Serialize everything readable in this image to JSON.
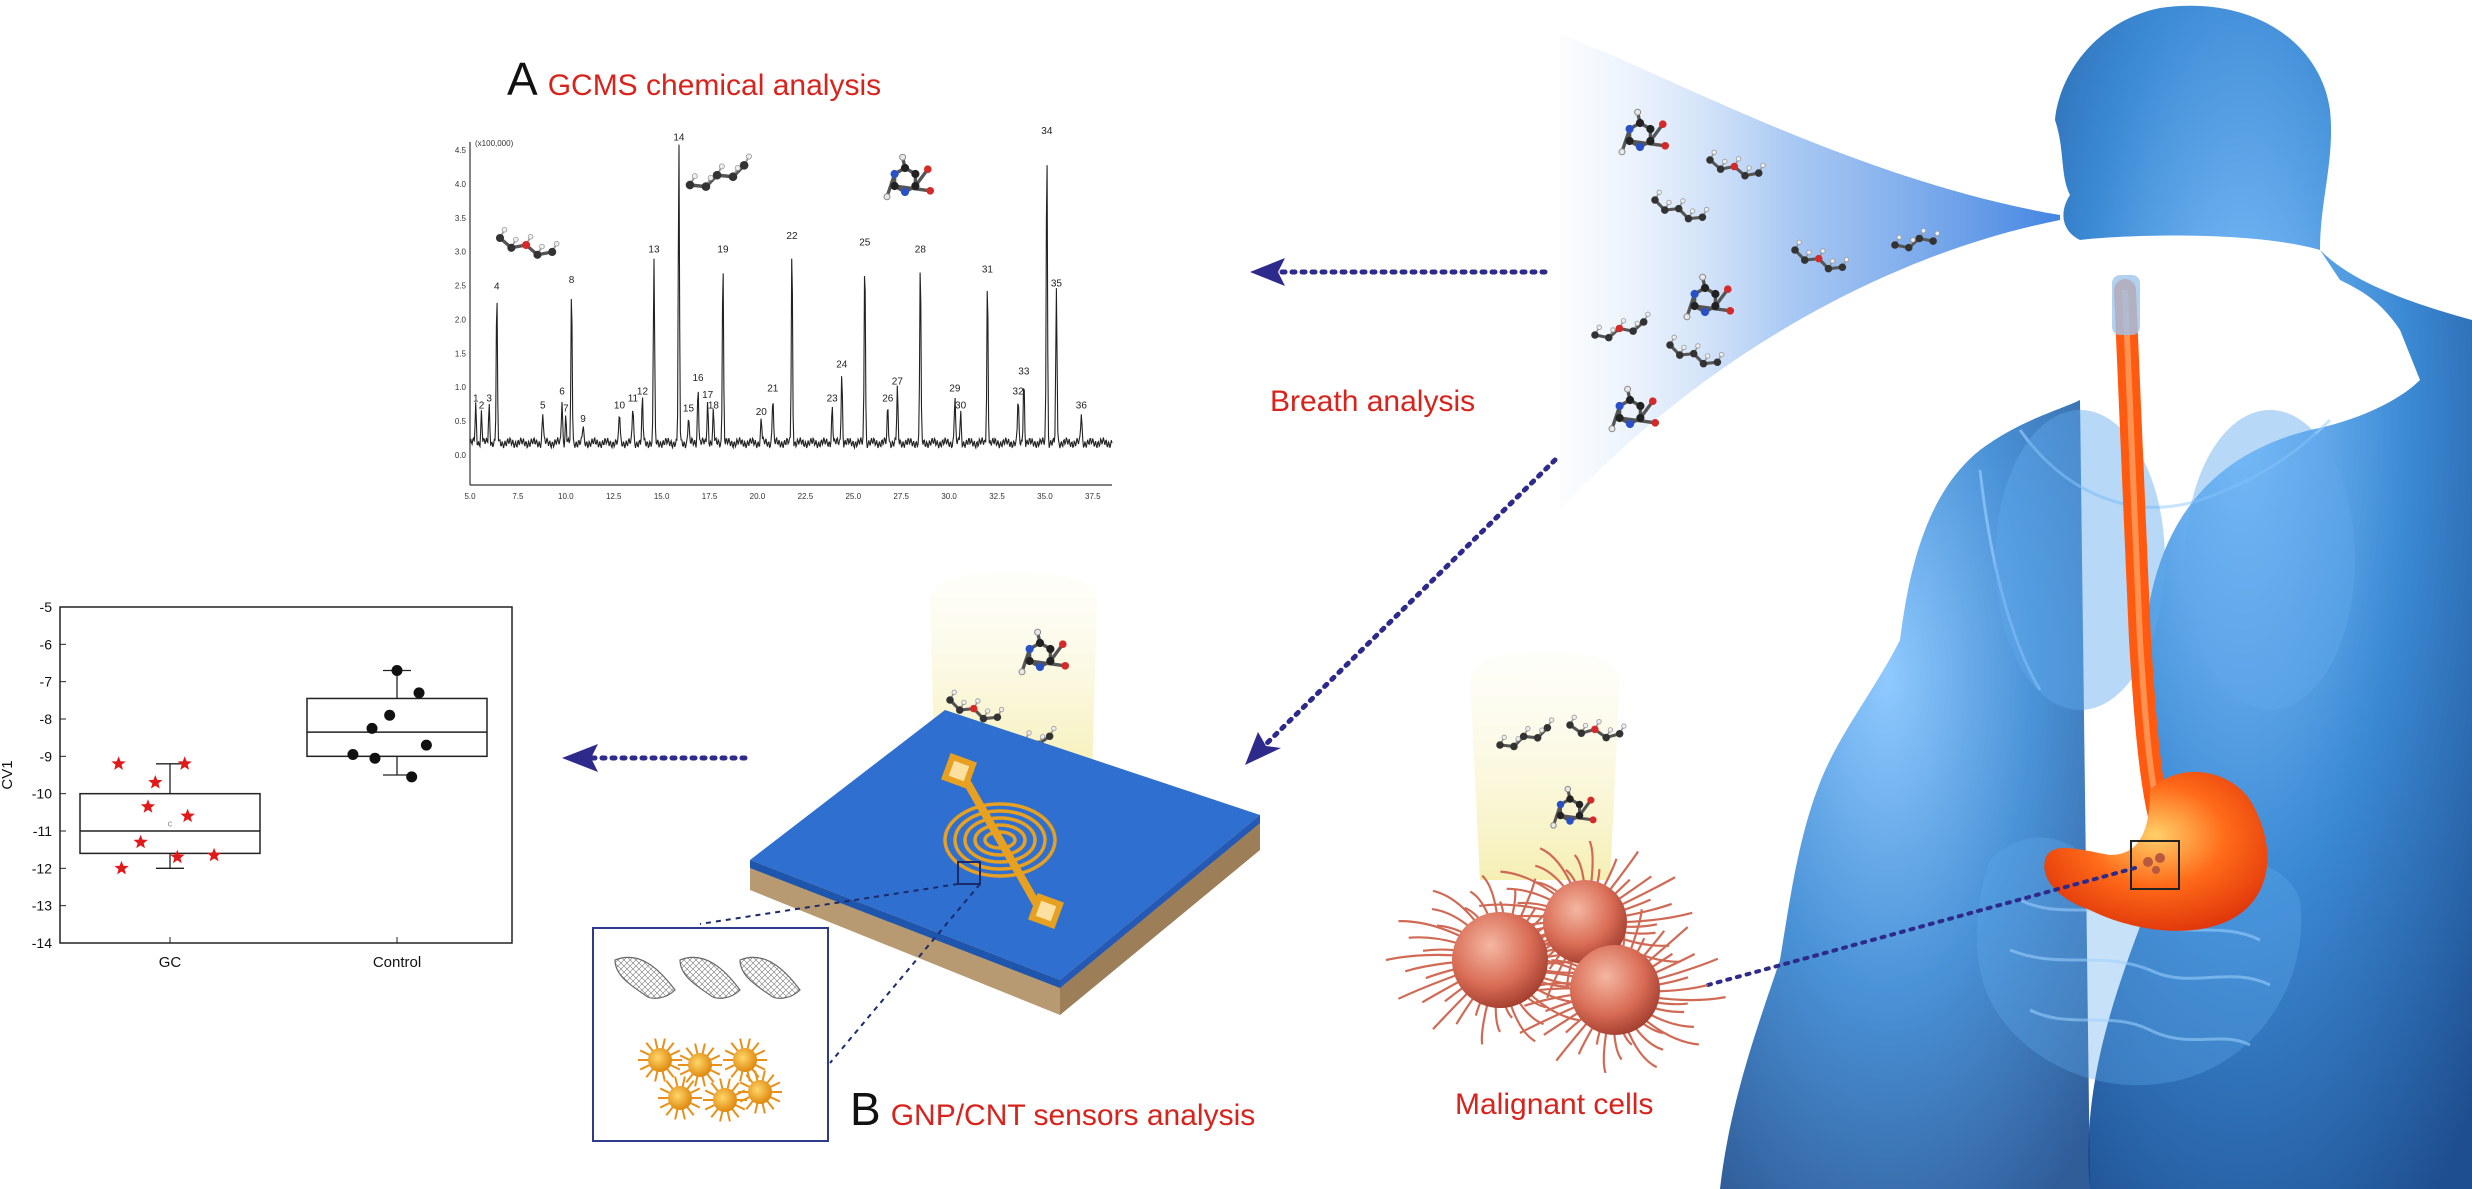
{
  "labels": {
    "panel_a_letter": "A",
    "panel_a_title": "GCMS chemical analysis",
    "panel_b_letter": "B",
    "panel_b_title": "GNP/CNT sensors analysis",
    "breath": "Breath analysis",
    "malignant": "Malignant cells"
  },
  "colors": {
    "accent_red": "#d8231c",
    "arrow": "#2e2a8c",
    "body_blue": "#2a7fd0",
    "stomach": "#ff4a14",
    "sensor_blue": "#2f6fcf",
    "gold": "#e8a020"
  },
  "chromatogram": {
    "y_header": "(x100,000)",
    "y_ticks": [
      "4.5",
      "4.0",
      "3.5",
      "3.0",
      "2.5",
      "2.0",
      "1.5",
      "1.0",
      "0.5",
      "0.0"
    ],
    "x_ticks": [
      "5.0",
      "7.5",
      "10.0",
      "12.5",
      "15.0",
      "17.5",
      "20.0",
      "22.5",
      "25.0",
      "27.5",
      "30.0",
      "32.5",
      "35.0",
      "37.5"
    ],
    "peaks": [
      {
        "id": "1",
        "t": 5.3,
        "h": 0.55
      },
      {
        "id": "2",
        "t": 5.6,
        "h": 0.45
      },
      {
        "id": "3",
        "t": 6.0,
        "h": 0.55
      },
      {
        "id": "4",
        "t": 6.4,
        "h": 2.2
      },
      {
        "id": "5",
        "t": 8.8,
        "h": 0.45
      },
      {
        "id": "6",
        "t": 9.8,
        "h": 0.65
      },
      {
        "id": "7",
        "t": 10.0,
        "h": 0.4
      },
      {
        "id": "8",
        "t": 10.3,
        "h": 2.3
      },
      {
        "id": "9",
        "t": 10.9,
        "h": 0.25
      },
      {
        "id": "10",
        "t": 12.8,
        "h": 0.45
      },
      {
        "id": "11",
        "t": 13.5,
        "h": 0.55
      },
      {
        "id": "12",
        "t": 14.0,
        "h": 0.65
      },
      {
        "id": "13",
        "t": 14.6,
        "h": 2.75
      },
      {
        "id": "14",
        "t": 15.9,
        "h": 4.4
      },
      {
        "id": "15",
        "t": 16.4,
        "h": 0.4
      },
      {
        "id": "16",
        "t": 16.9,
        "h": 0.85
      },
      {
        "id": "17",
        "t": 17.4,
        "h": 0.6
      },
      {
        "id": "18",
        "t": 17.7,
        "h": 0.45
      },
      {
        "id": "19",
        "t": 18.2,
        "h": 2.75
      },
      {
        "id": "20",
        "t": 20.2,
        "h": 0.35
      },
      {
        "id": "21",
        "t": 20.8,
        "h": 0.7
      },
      {
        "id": "22",
        "t": 21.8,
        "h": 2.95
      },
      {
        "id": "23",
        "t": 23.9,
        "h": 0.55
      },
      {
        "id": "24",
        "t": 24.4,
        "h": 1.05
      },
      {
        "id": "25",
        "t": 25.6,
        "h": 2.85
      },
      {
        "id": "26",
        "t": 26.8,
        "h": 0.55
      },
      {
        "id": "27",
        "t": 27.3,
        "h": 0.8
      },
      {
        "id": "28",
        "t": 28.5,
        "h": 2.75
      },
      {
        "id": "29",
        "t": 30.3,
        "h": 0.7
      },
      {
        "id": "30",
        "t": 30.6,
        "h": 0.45
      },
      {
        "id": "31",
        "t": 32.0,
        "h": 2.45
      },
      {
        "id": "32",
        "t": 33.6,
        "h": 0.65
      },
      {
        "id": "33",
        "t": 33.9,
        "h": 0.95
      },
      {
        "id": "34",
        "t": 35.1,
        "h": 4.5
      },
      {
        "id": "35",
        "t": 35.6,
        "h": 2.25
      },
      {
        "id": "36",
        "t": 36.9,
        "h": 0.45
      }
    ]
  },
  "chart_data": {
    "type": "scatter",
    "ylabel": "CV1",
    "categories": [
      "GC",
      "Control"
    ],
    "ylim": [
      -14,
      -5
    ],
    "yticks": [
      "-5",
      "-6",
      "-7",
      "-8",
      "-9",
      "-10",
      "-11",
      "-12",
      "-13",
      "-14"
    ],
    "box": [
      {
        "name": "GC",
        "q1": -11.6,
        "median": -11.0,
        "q3": -10.0,
        "whisker_low": -12.0,
        "whisker_high": -9.2,
        "mean_marker": "c",
        "mean": -10.8
      },
      {
        "name": "Control",
        "q1": -9.0,
        "median": -8.35,
        "q3": -7.45,
        "whisker_low": -9.5,
        "whisker_high": -6.7
      }
    ],
    "series": [
      {
        "category": "GC",
        "marker": "star",
        "points": [
          [
            -0.35,
            -9.2
          ],
          [
            -0.1,
            -9.7
          ],
          [
            0.1,
            -9.2
          ],
          [
            -0.15,
            -10.35
          ],
          [
            0.12,
            -10.6
          ],
          [
            -0.2,
            -11.3
          ],
          [
            0.05,
            -11.7
          ],
          [
            0.3,
            -11.65
          ],
          [
            -0.33,
            -12.0
          ]
        ]
      },
      {
        "category": "Control",
        "marker": "dot",
        "points": [
          [
            0.0,
            -6.7
          ],
          [
            0.15,
            -7.3
          ],
          [
            -0.05,
            -7.9
          ],
          [
            -0.17,
            -8.25
          ],
          [
            0.2,
            -8.7
          ],
          [
            -0.3,
            -8.95
          ],
          [
            -0.15,
            -9.05
          ],
          [
            0.1,
            -9.55
          ]
        ]
      }
    ]
  }
}
